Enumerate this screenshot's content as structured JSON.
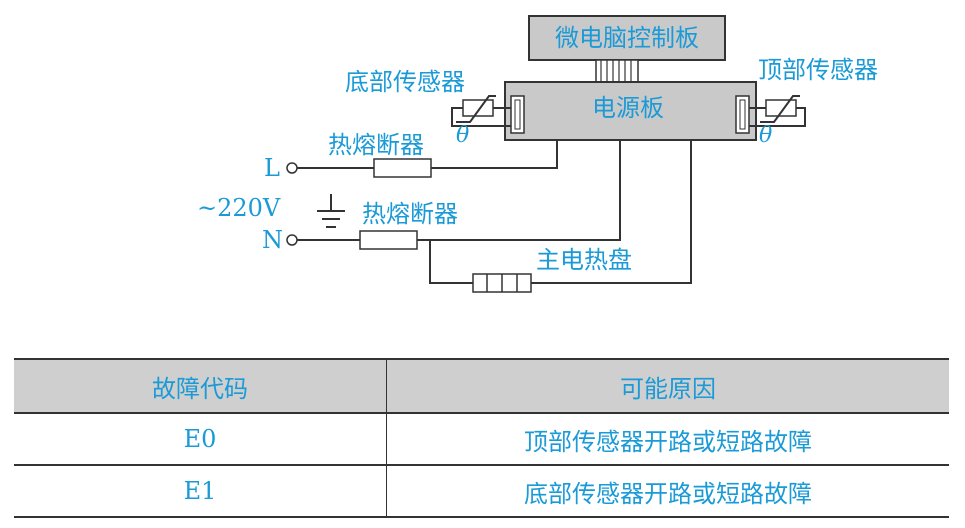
{
  "diagram": {
    "control_board": "微电脑控制板",
    "power_board": "电源板",
    "bottom_sensor": "底部传感器",
    "top_sensor": "顶部传感器",
    "thermal_fuse_1": "热熔断器",
    "thermal_fuse_2": "热熔断器",
    "main_heater": "主电热盘",
    "terminal_L": "L",
    "terminal_N": "N",
    "voltage": "~220V",
    "theta": "θ"
  },
  "table": {
    "headers": [
      "故障代码",
      "可能原因"
    ],
    "rows": [
      [
        "E0",
        "顶部传感器开路或短路故障"
      ],
      [
        "E1",
        "底部传感器开路或短路故障"
      ]
    ]
  }
}
